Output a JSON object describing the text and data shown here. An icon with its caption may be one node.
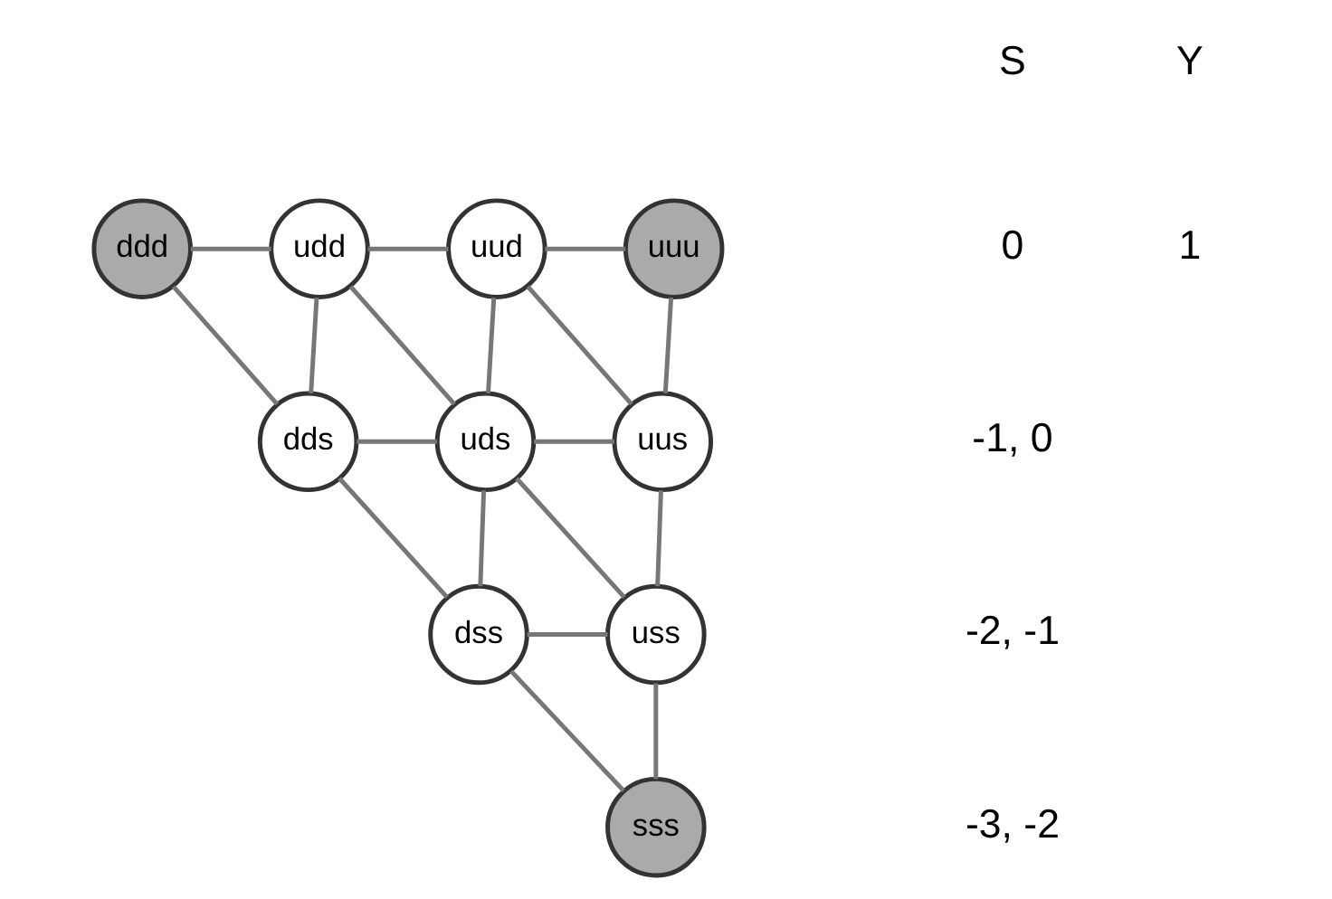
{
  "diagram": {
    "nodes": [
      {
        "text": [
          "ddd"
        ]
      },
      {
        "text": [
          "udd"
        ]
      },
      {
        "text": [
          "uud"
        ]
      },
      {
        "text": [
          "uuu"
        ]
      },
      {
        "text": [
          "dds"
        ]
      },
      {
        "text": [
          "uds"
        ]
      },
      {
        "text": [
          "uus"
        ]
      },
      {
        "text": [
          "dss"
        ]
      },
      {
        "text": [
          "uss"
        ]
      },
      {
        "text": [
          "sss"
        ]
      }
    ],
    "edges": [
      {
        "from": 0,
        "to": 1,
        "arrow": "none"
      },
      {
        "from": 1,
        "to": 2,
        "arrow": "none"
      },
      {
        "from": 2,
        "to": 3,
        "arrow": "none"
      },
      {
        "from": 0,
        "to": 4,
        "arrow": "none"
      },
      {
        "from": 1,
        "to": 4,
        "arrow": "none"
      },
      {
        "from": 1,
        "to": 5,
        "arrow": "none"
      },
      {
        "from": 2,
        "to": 5,
        "arrow": "none"
      },
      {
        "from": 2,
        "to": 6,
        "arrow": "none"
      },
      {
        "from": 3,
        "to": 6,
        "arrow": "none"
      },
      {
        "from": 4,
        "to": 5,
        "arrow": "none"
      },
      {
        "from": 5,
        "to": 6,
        "arrow": "none"
      },
      {
        "from": 4,
        "to": 7,
        "arrow": "none"
      },
      {
        "from": 5,
        "to": 7,
        "arrow": "none"
      },
      {
        "from": 5,
        "to": 8,
        "arrow": "none"
      },
      {
        "from": 6,
        "to": 8,
        "arrow": "none"
      },
      {
        "from": 7,
        "to": 8,
        "arrow": "none"
      },
      {
        "from": 7,
        "to": 9,
        "arrow": "none"
      },
      {
        "from": 8,
        "to": 9,
        "arrow": "none"
      }
    ],
    "labels": [
      "S",
      "Y",
      "0",
      "1",
      "-1, 0",
      "-2, -1",
      "-3, -2"
    ]
  }
}
